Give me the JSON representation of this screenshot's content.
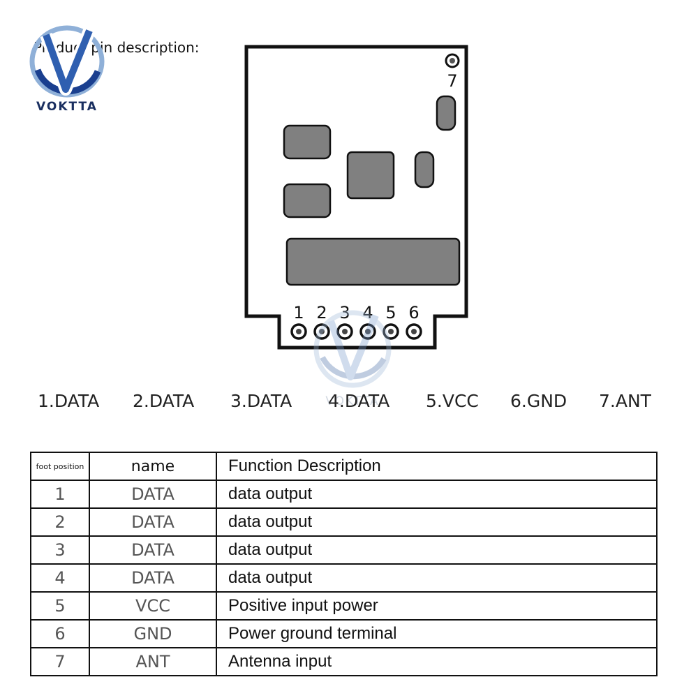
{
  "title": "Product pin description:",
  "logo": {
    "text": "VOKTTA",
    "colors": [
      "#1a3f8f",
      "#3a6fc0",
      "#8fb0d8"
    ]
  },
  "watermark": {
    "text": "VOKTTA"
  },
  "module": {
    "pin_numbers": [
      "1",
      "2",
      "3",
      "4",
      "5",
      "6"
    ],
    "ant_number": "7",
    "fill": "#808080"
  },
  "pin_labels": [
    "1.DATA",
    "2.DATA",
    "3.DATA",
    "4.DATA",
    "5.VCC",
    "6.GND",
    "7.ANT"
  ],
  "table": {
    "headers": [
      "foot position",
      "name",
      "Function Description"
    ],
    "rows": [
      {
        "pos": "1",
        "name": "DATA",
        "desc": "data output"
      },
      {
        "pos": "2",
        "name": "DATA",
        "desc": "data output"
      },
      {
        "pos": "3",
        "name": "DATA",
        "desc": "data output"
      },
      {
        "pos": "4",
        "name": "DATA",
        "desc": "data output"
      },
      {
        "pos": "5",
        "name": "VCC",
        "desc": "Positive input power"
      },
      {
        "pos": "6",
        "name": "GND",
        "desc": "Power ground terminal"
      },
      {
        "pos": "7",
        "name": "ANT",
        "desc": "Antenna input"
      }
    ]
  }
}
